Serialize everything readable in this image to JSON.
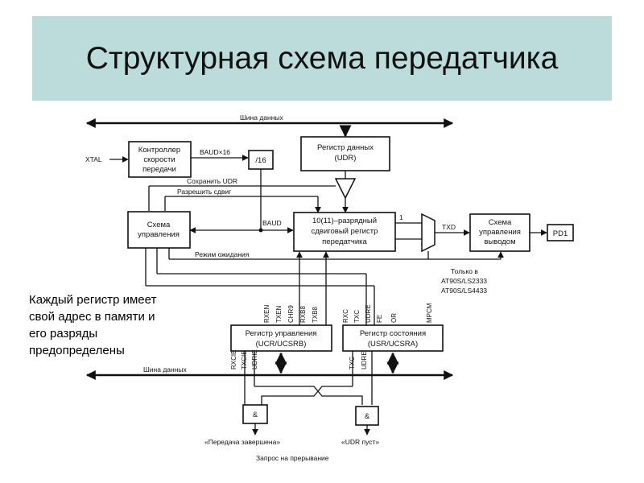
{
  "title": "Структурная схема передатчика",
  "caption_lines": [
    "Каждый регистр имеет",
    "свой адрес в памяти и",
    "его разряды",
    "предопределены"
  ],
  "diagram": {
    "bus_top": "Шина данных",
    "bus_bottom": "Шина данных",
    "xtal": "XTAL",
    "baud_controller": [
      "Контроллер",
      "скорости",
      "передачи"
    ],
    "baud_x16": "BAUD×16",
    "div16": "/16",
    "udr_register": [
      "Регистр данных",
      "(UDR)"
    ],
    "save_udr": "Сохранить UDR",
    "allow_shift": "Разрешить сдвиг",
    "control_block": [
      "Схема",
      "управления"
    ],
    "baud": "BAUD",
    "shift_register": [
      "10(11)–разрядный",
      "сдвиговый регистр",
      "передатчика"
    ],
    "mux_one": "1",
    "txd": "TXD",
    "output_control": [
      "Схема",
      "управления",
      "выводом"
    ],
    "pd1": "PD1",
    "idle_mode": "Режим ожидания",
    "only_in": [
      "Только в",
      "AT90S/LS2333",
      "AT90S/LS4433"
    ],
    "ucr_bits": [
      "RXEN",
      "TXEN",
      "CHR9",
      "RXB8",
      "TXB8"
    ],
    "usr_bits": [
      "RXC",
      "TXC",
      "UDRE",
      "FE",
      "OR",
      "MPCM"
    ],
    "ucr_register": [
      "Регистр управления",
      "(UCR/UCSRB)"
    ],
    "usr_register": [
      "Регистр состояния",
      "(USR/UCSRA)"
    ],
    "ucr_out_bits": [
      "RXCIE",
      "TXCIE",
      "UDRIE"
    ],
    "usr_out_bits": [
      "TXC",
      "UDRE"
    ],
    "and_symbol": "&",
    "tx_complete": "«Передача завершена»",
    "udr_empty": "«UDR пуст»",
    "interrupt_request": "Запрос на прерывание"
  }
}
